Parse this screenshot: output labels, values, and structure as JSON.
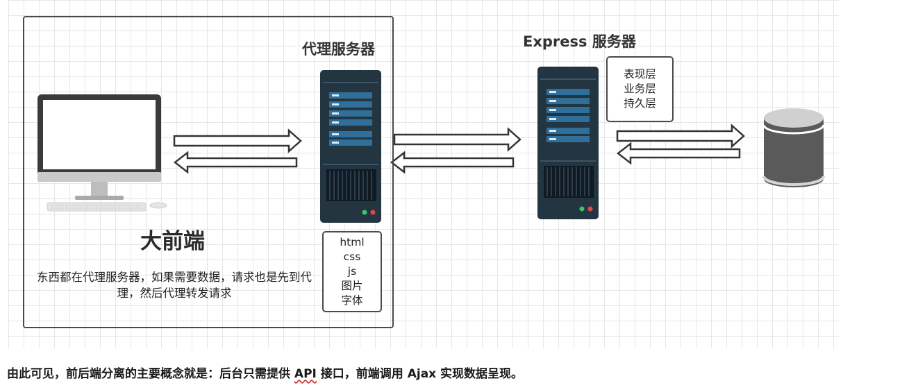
{
  "diagram": {
    "proxy_title": "代理服务器",
    "express_title": "Express 服务器",
    "frontend_title": "大前端",
    "frontend_desc": "东西都在代理服务器，如果需要数据，请求也是先到代理，然后代理转发请求",
    "static_assets": [
      "html",
      "css",
      "js",
      "图片",
      "字体"
    ],
    "layers": [
      "表现层",
      "业务层",
      "持久层"
    ]
  },
  "footer": {
    "before_api": "由此可见，前后端分离的主要概念就是：后台只需提供 ",
    "api": "API",
    "after_api": " 接口，前端调用 Ajax 实现数据呈现。"
  },
  "colors": {
    "server_body": "#243542",
    "server_stripe": "#2f6f99",
    "monitor": "#3a3a3a",
    "database": "#5a5a5a",
    "border": "#4a4a4a"
  }
}
